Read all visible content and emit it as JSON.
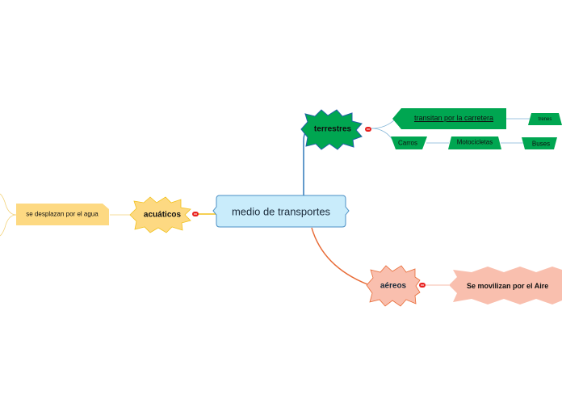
{
  "central": {
    "label": "medio de transportes"
  },
  "branches": {
    "terrestres": {
      "label": "terrestres",
      "color": "#00a651",
      "children": {
        "carretera": {
          "label": "transitan por la carretera"
        },
        "trenes": {
          "label": "trenes"
        },
        "carros": {
          "label": "Carros"
        },
        "motocicletas": {
          "label": "Motocicletas"
        },
        "buses": {
          "label": "Buses"
        }
      }
    },
    "acuaticos": {
      "label": "acuáticos",
      "color": "#fdd982",
      "children": {
        "agua": {
          "label": "se desplazan por el agua"
        }
      }
    },
    "aereos": {
      "label": "aéreos",
      "color": "#f9bfae",
      "children": {
        "aire": {
          "label": "Se movilizan por el Aire"
        }
      }
    }
  },
  "colors": {
    "central_fill": "#c9ecfb",
    "central_stroke": "#4a8fc4",
    "connector_blue": "#1f6fb5",
    "connector_orange": "#e86a35",
    "connector_yellow": "#f2c11c",
    "collapse_dot": "#e8201f"
  }
}
